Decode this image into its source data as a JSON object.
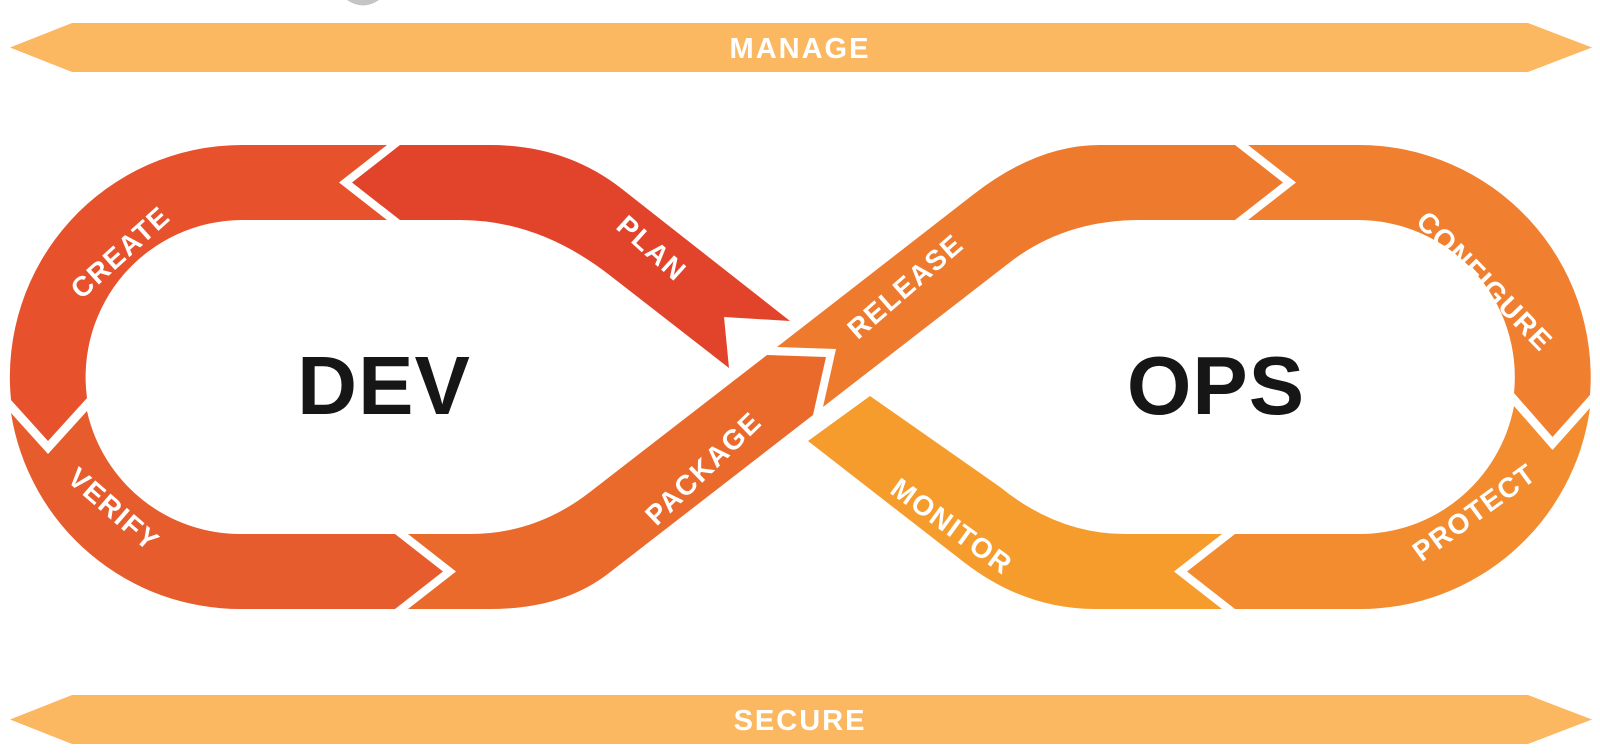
{
  "diagram": {
    "background": "#FFFFFF",
    "label_text_color": "#FFFFFF",
    "loop_text_color": "#161616",
    "banner_color": "#FBB861",
    "artifact_color": "#C4C4C4",
    "banners": {
      "top": "MANAGE",
      "bottom": "SECURE"
    },
    "loops": {
      "left": "DEV",
      "right": "OPS"
    },
    "segments": [
      {
        "id": "plan",
        "label": "PLAN",
        "color": "#E2432B"
      },
      {
        "id": "create",
        "label": "CREATE",
        "color": "#E7512C"
      },
      {
        "id": "verify",
        "label": "VERIFY",
        "color": "#E65C2D"
      },
      {
        "id": "package",
        "label": "PACKAGE",
        "color": "#EA6A2B"
      },
      {
        "id": "release",
        "label": "RELEASE",
        "color": "#EE7A2E"
      },
      {
        "id": "configure",
        "label": "CONFIGURE",
        "color": "#F0802F"
      },
      {
        "id": "protect",
        "label": "PROTECT",
        "color": "#F28C2F"
      },
      {
        "id": "monitor",
        "label": "MONITOR",
        "color": "#F69C2D"
      }
    ]
  }
}
